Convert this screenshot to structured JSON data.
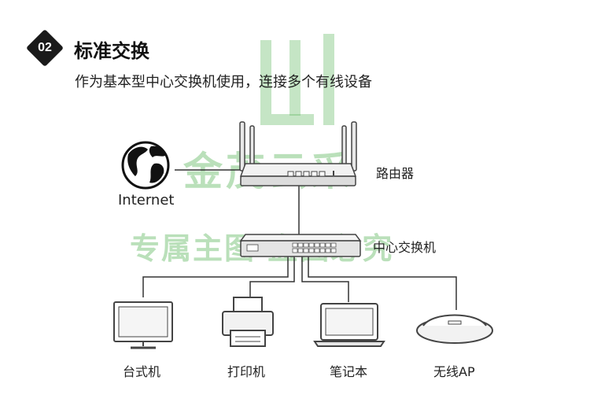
{
  "section": {
    "number": "02",
    "title": "标准交换",
    "subtitle": "作为基本型中心交换机使用，连接多个有线设备"
  },
  "nodes": {
    "internet": "Internet",
    "router": "路由器",
    "switch": "中心交换机",
    "desktop": "台式机",
    "printer": "打印机",
    "laptop": "笔记本",
    "ap": "无线AP"
  },
  "watermark": {
    "line1": "金茂云采",
    "line2": "专属主图 盗图必究"
  },
  "colors": {
    "device_stroke": "#444444",
    "line": "#333333",
    "watermark": "#5ab45a"
  }
}
